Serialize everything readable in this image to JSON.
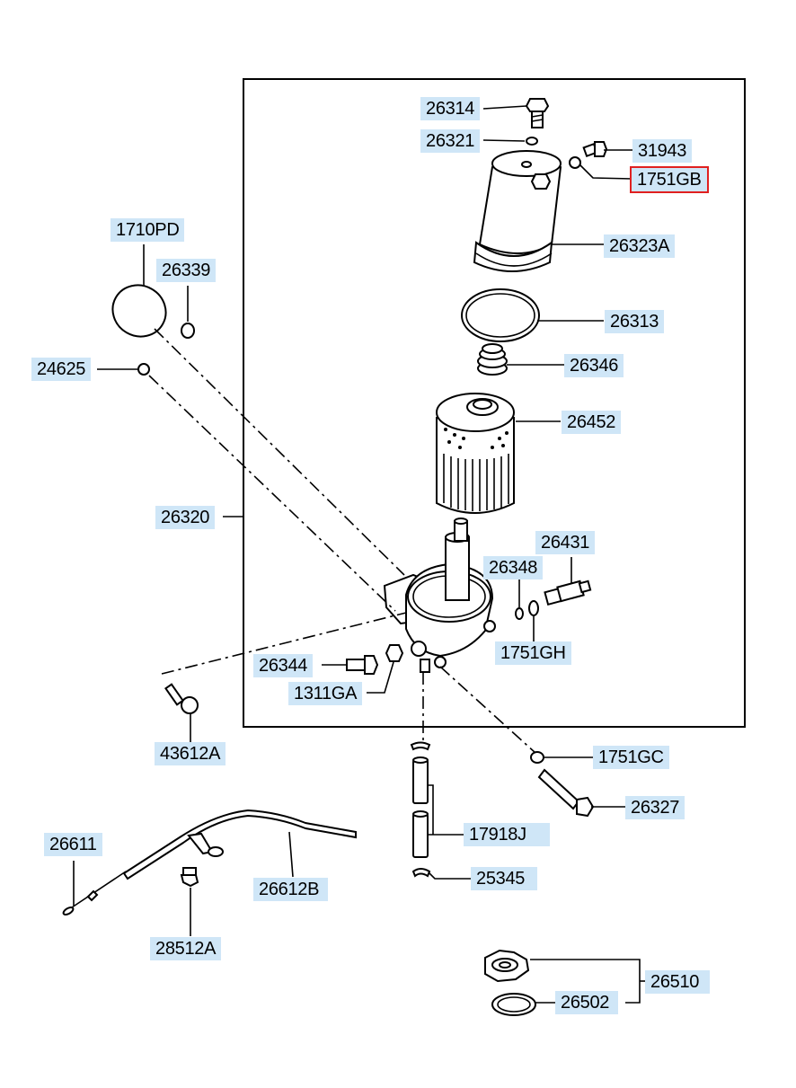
{
  "diagram": {
    "highlighted_part": "1751GB",
    "highlight_color": "#e02020",
    "label_bg_color": "#cfe6f7",
    "parts": {
      "p26314": "26314",
      "p26321": "26321",
      "p31943": "31943",
      "p1751GB": "1751GB",
      "p26323A": "26323A",
      "p1710PD": "1710PD",
      "p26339": "26339",
      "p26313": "26313",
      "p24625": "24625",
      "p26346": "26346",
      "p26452": "26452",
      "p26320": "26320",
      "p26431": "26431",
      "p26348": "26348",
      "p1751GH": "1751GH",
      "p26344": "26344",
      "p1311GA": "1311GA",
      "p43612A": "43612A",
      "p1751GC": "1751GC",
      "p26327": "26327",
      "p17918J": "17918J",
      "p26611": "26611",
      "p26612B": "26612B",
      "p25345": "25345",
      "p28512A": "28512A",
      "p26510": "26510",
      "p26502": "26502"
    }
  }
}
